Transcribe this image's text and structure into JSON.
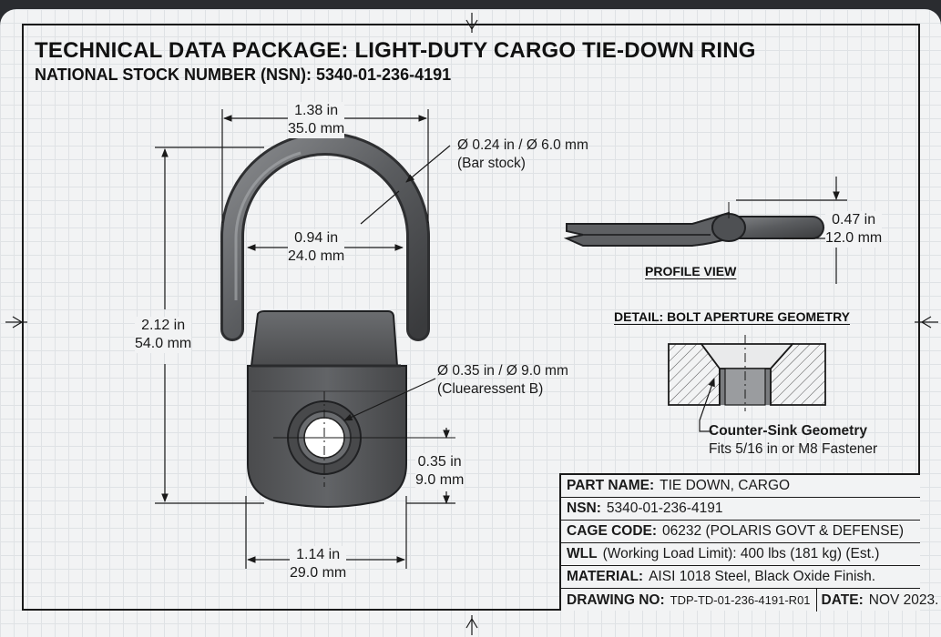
{
  "header": {
    "title": "TECHNICAL DATA PACKAGE: LIGHT-DUTY CARGO TIE-DOWN RING",
    "subtitle": "NATIONAL STOCK NUMBER (NSN): 5340-01-236-4191"
  },
  "dimensions": {
    "ring_outer_width": {
      "in": "1.38 in",
      "mm": "35.0 mm"
    },
    "bar_stock": {
      "dia": "Ø 0.24 in / Ø 6.0 mm",
      "note": "(Bar stock)"
    },
    "ring_inner_width": {
      "in": "0.94 in",
      "mm": "24.0 mm"
    },
    "overall_height": {
      "in": "2.12 in",
      "mm": "54.0 mm"
    },
    "hole_diameter": {
      "dia": "Ø 0.35 in / Ø 9.0 mm",
      "note": "(Cluearessent B)"
    },
    "hole_offset": {
      "in": "0.35 in",
      "mm": "9.0 mm"
    },
    "base_width": {
      "in": "1.14 in",
      "mm": "29.0 mm"
    },
    "profile_thickness": {
      "in": "0.47 in",
      "mm": "12.0 mm"
    }
  },
  "views": {
    "profile_label": "PROFILE VIEW",
    "detail_label": "DETAIL: BOLT APERTURE GEOMETRY",
    "counter_sink": "Counter-Sink Geometry",
    "fastener": "Fits 5/16 in or M8 Fastener"
  },
  "title_block": {
    "part_name_label": "PART NAME:",
    "part_name": "TIE DOWN, CARGO",
    "nsn_label": "NSN:",
    "nsn": "5340-01-236-4191",
    "cage_label": "CAGE CODE:",
    "cage": "06232 (POLARIS GOVT & DEFENSE)",
    "wll_label": "WLL",
    "wll": "(Working Load Limit): 400 lbs (181 kg) (Est.)",
    "material_label": "MATERIAL:",
    "material": "AISI 1018 Steel, Black Oxide Finish.",
    "drawing_label": "DRAWING NO:",
    "drawing_no": "TDP-TD-01-236-4191-R01",
    "date_label": "DATE:",
    "date": "NOV 2023."
  },
  "colors": {
    "ink": "#1a1a1a",
    "metal": "#56585a",
    "grid": "#dfe2e5",
    "paper": "#f2f3f4"
  }
}
